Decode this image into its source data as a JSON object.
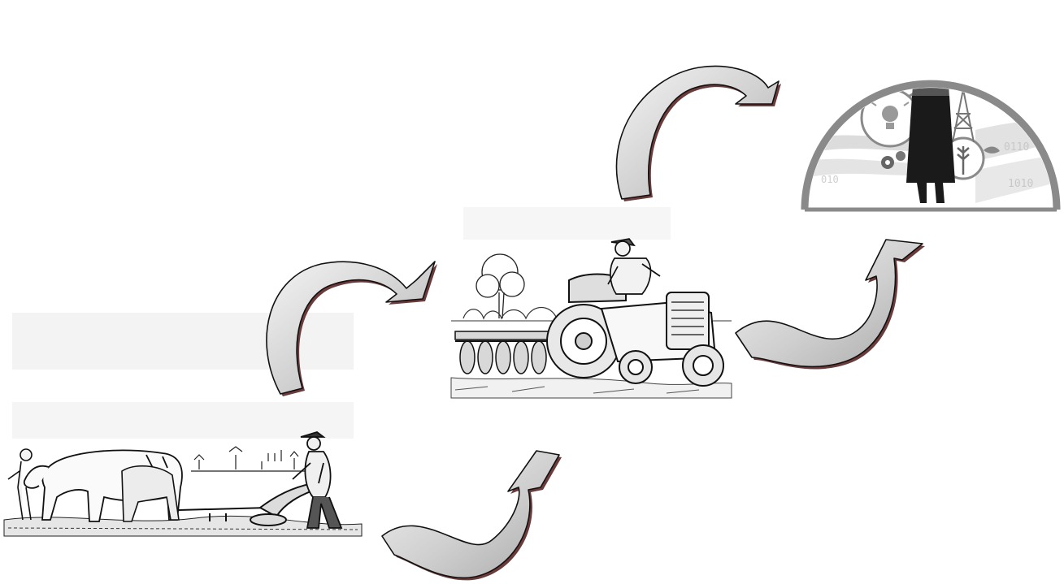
{
  "diagram": {
    "stages": [
      {
        "id": "ox-plough",
        "description_icon": "farmer-with-oxen-plough-icon"
      },
      {
        "id": "tractor",
        "description_icon": "farmer-on-tractor-icon"
      },
      {
        "id": "digital-farming",
        "description_icon": "woman-with-smartphone-digital-agriculture-icon"
      }
    ],
    "arrows": [
      {
        "from": "ox-plough",
        "to": "tractor"
      },
      {
        "from": "tractor",
        "to": "ox-plough"
      },
      {
        "from": "tractor",
        "to": "digital-farming"
      },
      {
        "from": "digital-farming",
        "to": "tractor"
      }
    ],
    "colors": {
      "arrow_fill_dark": "#b5b5b5",
      "arrow_fill_light": "#f2f2f2",
      "arrow_shadow": "#6b3b3b",
      "badge_gray": "#8a8a8a",
      "ink": "#1a1a1a"
    }
  }
}
